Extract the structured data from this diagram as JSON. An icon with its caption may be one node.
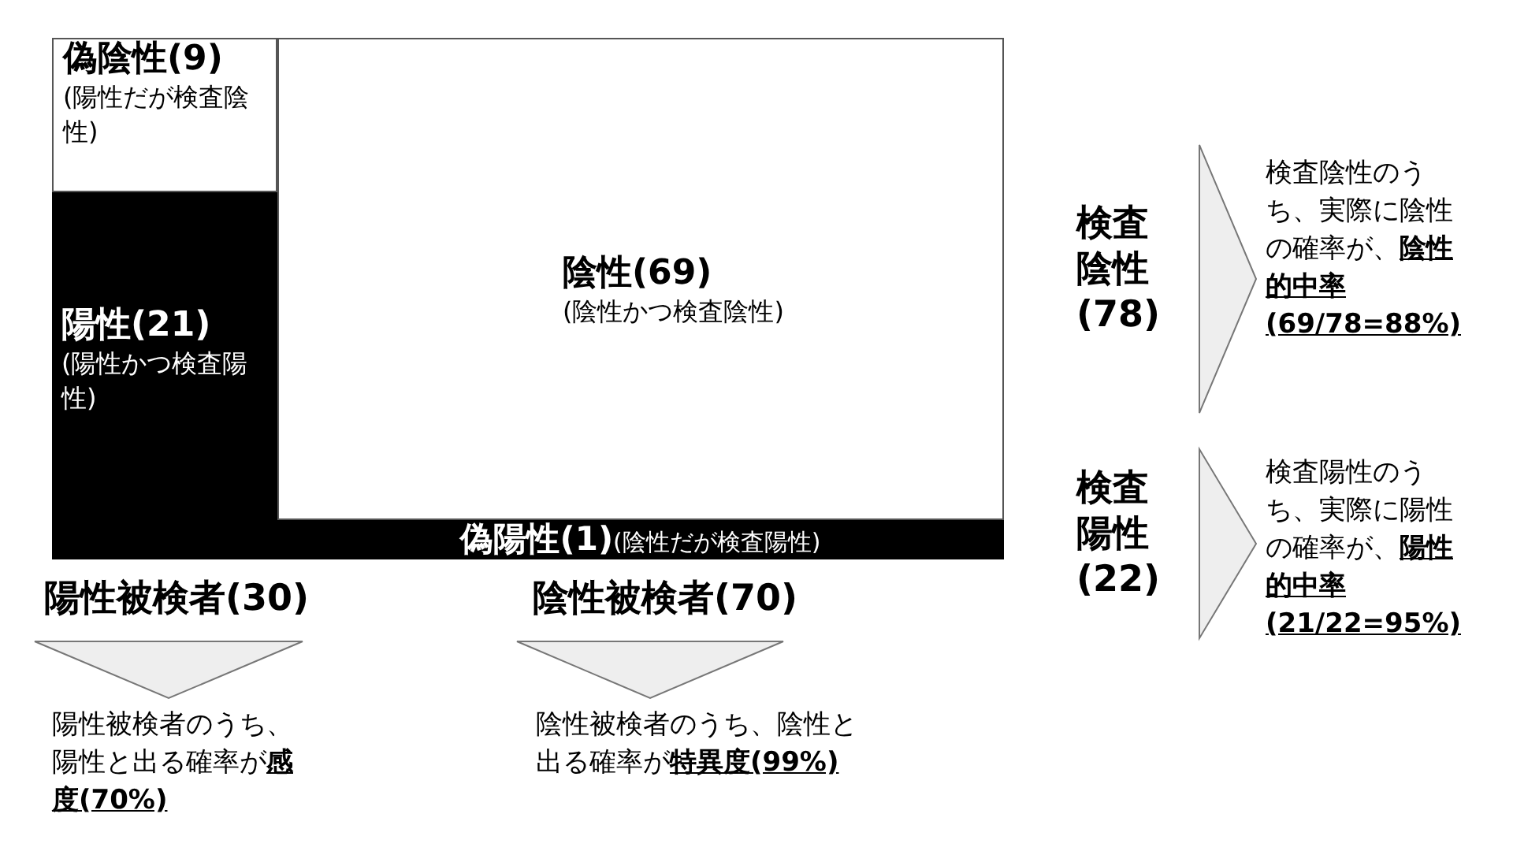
{
  "diagram": {
    "nodes": [
      {
        "text": [
          "偽陰性(9)",
          "(陽性だが検査陰性)"
        ]
      },
      {
        "text": [
          "陽性(21)",
          "(陽性かつ検査陽性)"
        ]
      },
      {
        "text": [
          "陰性(69)",
          "(陰性かつ検査陰性)"
        ]
      },
      {
        "text": [
          "偽陽性(1)",
          "(陰性だが検査陽性)"
        ]
      },
      {
        "text": [
          "陽性被検者(30)"
        ]
      },
      {
        "text": [
          "陽性被検者のうち、陽性と出る確率が**感度(70%)**"
        ]
      },
      {
        "text": [
          "陰性被検者(70)"
        ]
      },
      {
        "text": [
          "陰性被検者のうち、陰性と出る確率が**特異度(99%)**"
        ]
      },
      {
        "text": [
          "検査陰性(78)"
        ]
      },
      {
        "text": [
          "検査陰性のうち、実際に陰性の確率が、**陰性的中率(69/78=88%)**"
        ]
      },
      {
        "text": [
          "検査陽性(22)"
        ]
      },
      {
        "text": [
          "検査陽性のうち、実際に陽性の確率が、**陽性的中率(21/22=95%)**"
        ]
      }
    ],
    "edges": [
      {
        "from": 4,
        "to": 5,
        "arrow": "to"
      },
      {
        "from": 6,
        "to": 7,
        "arrow": "to"
      },
      {
        "from": 8,
        "to": 9,
        "arrow": "to"
      },
      {
        "from": 10,
        "to": 11,
        "arrow": "to"
      }
    ]
  }
}
